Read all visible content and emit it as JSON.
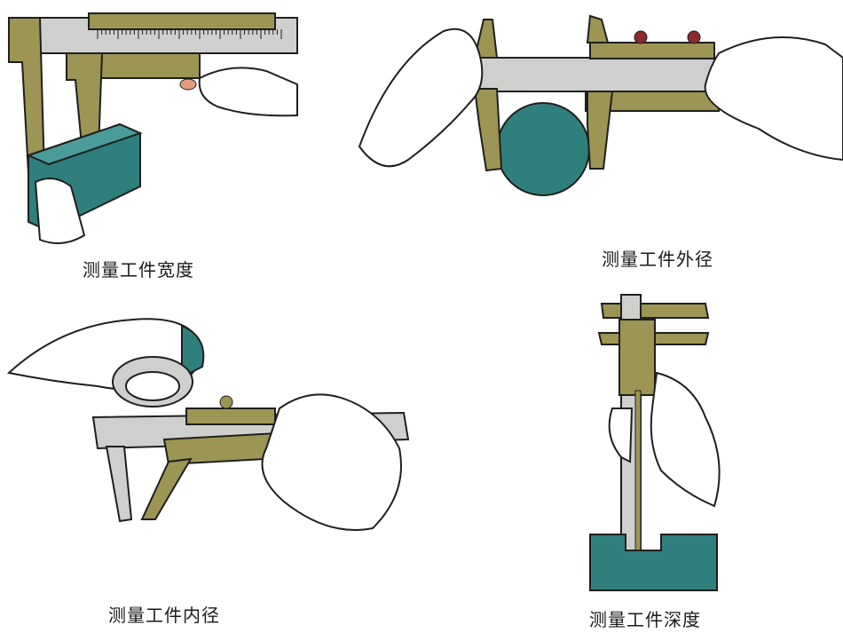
{
  "captions": {
    "width": "测量工件宽度",
    "outer_diameter": "测量工件外径",
    "inner_diameter": "测量工件内径",
    "depth": "测量工件深度"
  },
  "colors": {
    "steel": "#cfd0cd",
    "jaw": "#9c9553",
    "jaw_dark": "#6f6a35",
    "workpiece": "#2f7f7c",
    "skin": "#ffffff",
    "outline": "#1f1f1f",
    "knob": "#8c2b2b"
  },
  "icons": {
    "width": "caliper-width-measure-icon",
    "outer": "caliper-outer-diameter-icon",
    "inner": "caliper-inner-diameter-icon",
    "depth": "caliper-depth-measure-icon"
  }
}
